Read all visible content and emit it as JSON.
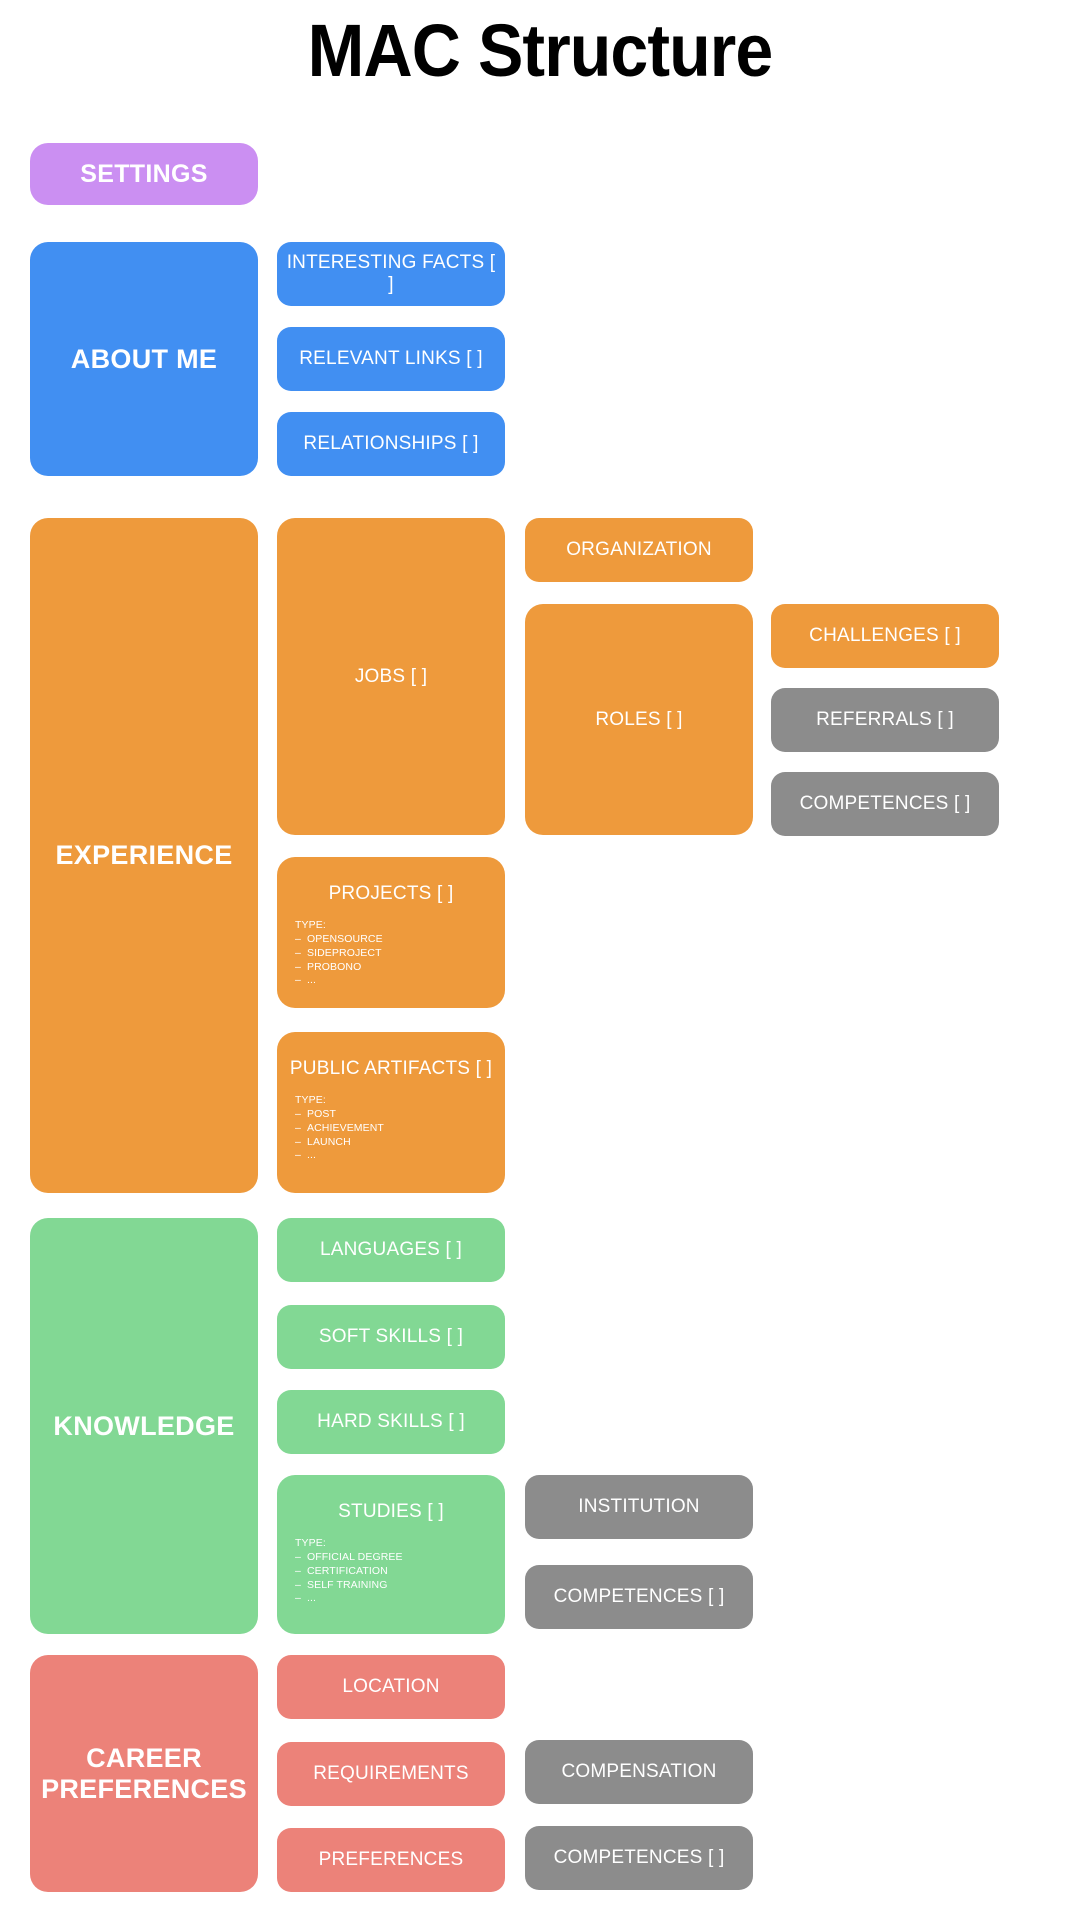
{
  "title": "MAC Structure",
  "colors": {
    "purple": "#cb8ff2",
    "blue": "#418ff2",
    "orange": "#ee9a3c",
    "green": "#82d894",
    "red": "#ec8279",
    "gray": "#8c8c8c",
    "text": "#ffffff",
    "background": "#ffffff",
    "title": "#000000"
  },
  "sections": {
    "settings": {
      "label": "SETTINGS"
    },
    "about_me": {
      "label": "ABOUT ME",
      "children": [
        {
          "label": "INTERESTING FACTS [ ]"
        },
        {
          "label": "RELEVANT LINKS [ ]"
        },
        {
          "label": "RELATIONSHIPS [ ]"
        }
      ]
    },
    "experience": {
      "label": "EXPERIENCE",
      "children": [
        {
          "label": "JOBS [ ]"
        },
        {
          "label": "PROJECTS [ ]",
          "type_head": "TYPE:",
          "types": [
            "OPENSOURCE",
            "SIDEPROJECT",
            "PROBONO",
            "..."
          ]
        },
        {
          "label": "PUBLIC ARTIFACTS [ ]",
          "type_head": "TYPE:",
          "types": [
            "POST",
            "ACHIEVEMENT",
            "LAUNCH",
            "..."
          ]
        }
      ],
      "grandchildren": [
        {
          "label": "ORGANIZATION"
        },
        {
          "label": "ROLES [ ]"
        }
      ],
      "great_grandchildren": [
        {
          "label": "CHALLENGES [ ]"
        },
        {
          "label": "REFERRALS [ ]"
        },
        {
          "label": "COMPETENCES [ ]"
        }
      ]
    },
    "knowledge": {
      "label": "KNOWLEDGE",
      "children": [
        {
          "label": "LANGUAGES [ ]"
        },
        {
          "label": "SOFT SKILLS [ ]"
        },
        {
          "label": "HARD SKILLS [ ]"
        },
        {
          "label": "STUDIES [ ]",
          "type_head": "TYPE:",
          "types": [
            "OFFICIAL DEGREE",
            "CERTIFICATION",
            "SELF TRAINING",
            "..."
          ]
        }
      ],
      "grandchildren": [
        {
          "label": "INSTITUTION"
        },
        {
          "label": "COMPETENCES [ ]"
        }
      ]
    },
    "career_preferences": {
      "label": "CAREER PREFERENCES",
      "label_line1": "CAREER",
      "label_line2": "PREFERENCES",
      "children": [
        {
          "label": "LOCATION"
        },
        {
          "label": "REQUIREMENTS"
        },
        {
          "label": "PREFERENCES"
        }
      ],
      "grandchildren": [
        {
          "label": "COMPENSATION"
        },
        {
          "label": "COMPETENCES [ ]"
        }
      ]
    }
  }
}
